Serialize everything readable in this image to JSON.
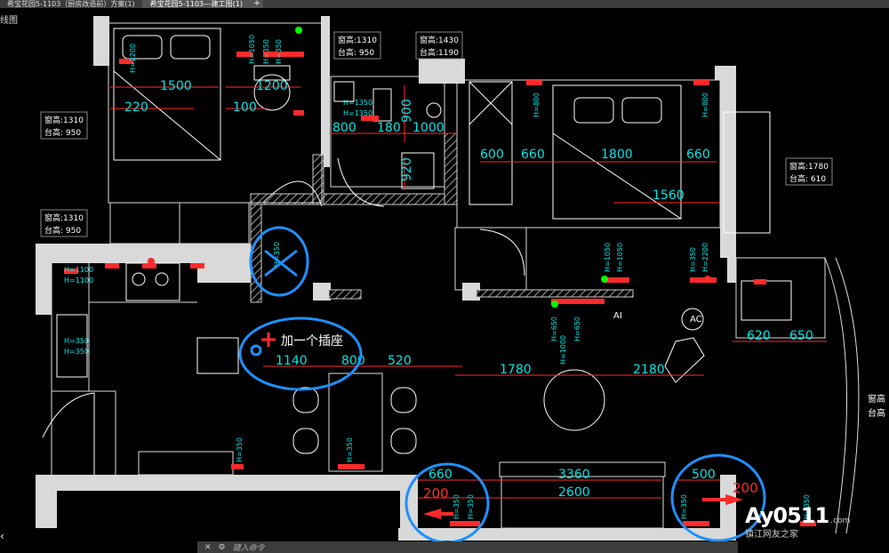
{
  "tabs": [
    {
      "label": "希宝花园5-1103（厨房改造前）方案(1)"
    },
    {
      "label": "希宝花园5-1103---建工图(1)"
    }
  ],
  "tab_add": "+",
  "view_label": "线图",
  "annotations": {
    "add_socket": "加一个插座",
    "red_200_left": "200",
    "red_200_right": "200"
  },
  "window_notes": [
    {
      "line1": "窗高:1310",
      "line2": "台高: 950"
    },
    {
      "line1": "窗高:1430",
      "line2": "台高:1190"
    },
    {
      "line1": "窗高:1310",
      "line2": "台高: 950"
    },
    {
      "line1": "窗高:1310",
      "line2": "台高: 950"
    },
    {
      "line1": "窗高:1780",
      "line2": "台高: 610"
    }
  ],
  "side_notes": {
    "n1": "窗高",
    "n2": "台高"
  },
  "dimensions": {
    "d1500": "1500",
    "d1200": "1200",
    "d220": "220",
    "d100": "100",
    "d800a": "800",
    "d180": "180",
    "d1000": "1000",
    "d900": "900",
    "d920": "920",
    "d600": "600",
    "d660a": "660",
    "d1800": "1800",
    "d660b": "660",
    "d1560": "1560",
    "d1140": "1140",
    "d800b": "800",
    "d520": "520",
    "d1780": "1780",
    "d2180": "2180",
    "d620": "620",
    "d650": "650",
    "d660c": "660",
    "d3360": "3360",
    "d2600": "2600",
    "d500": "500"
  },
  "heights": {
    "h350": "H=350",
    "h1350": "H=1350",
    "h1100": "H=1100",
    "h1050": "H=1050",
    "h2200": "H=2200",
    "h650": "H=650",
    "h800": "H=800",
    "h1000": "H=1000"
  },
  "room_marks": {
    "ac": "AC",
    "ai": "AI"
  },
  "bottom_bar": {
    "close": "✕",
    "wrench": "⚙",
    "cmd": "键入命令"
  },
  "watermark": {
    "logo": "Ay0511",
    "domain": ".com",
    "sub": "镇江网友之家"
  },
  "colors": {
    "wall": "#cfcfcf",
    "dim": "#ff2a2a",
    "text": "#00e5e5",
    "hatch": "#a0a0a0",
    "circle": "#1e90ff",
    "white": "#ffffff"
  }
}
